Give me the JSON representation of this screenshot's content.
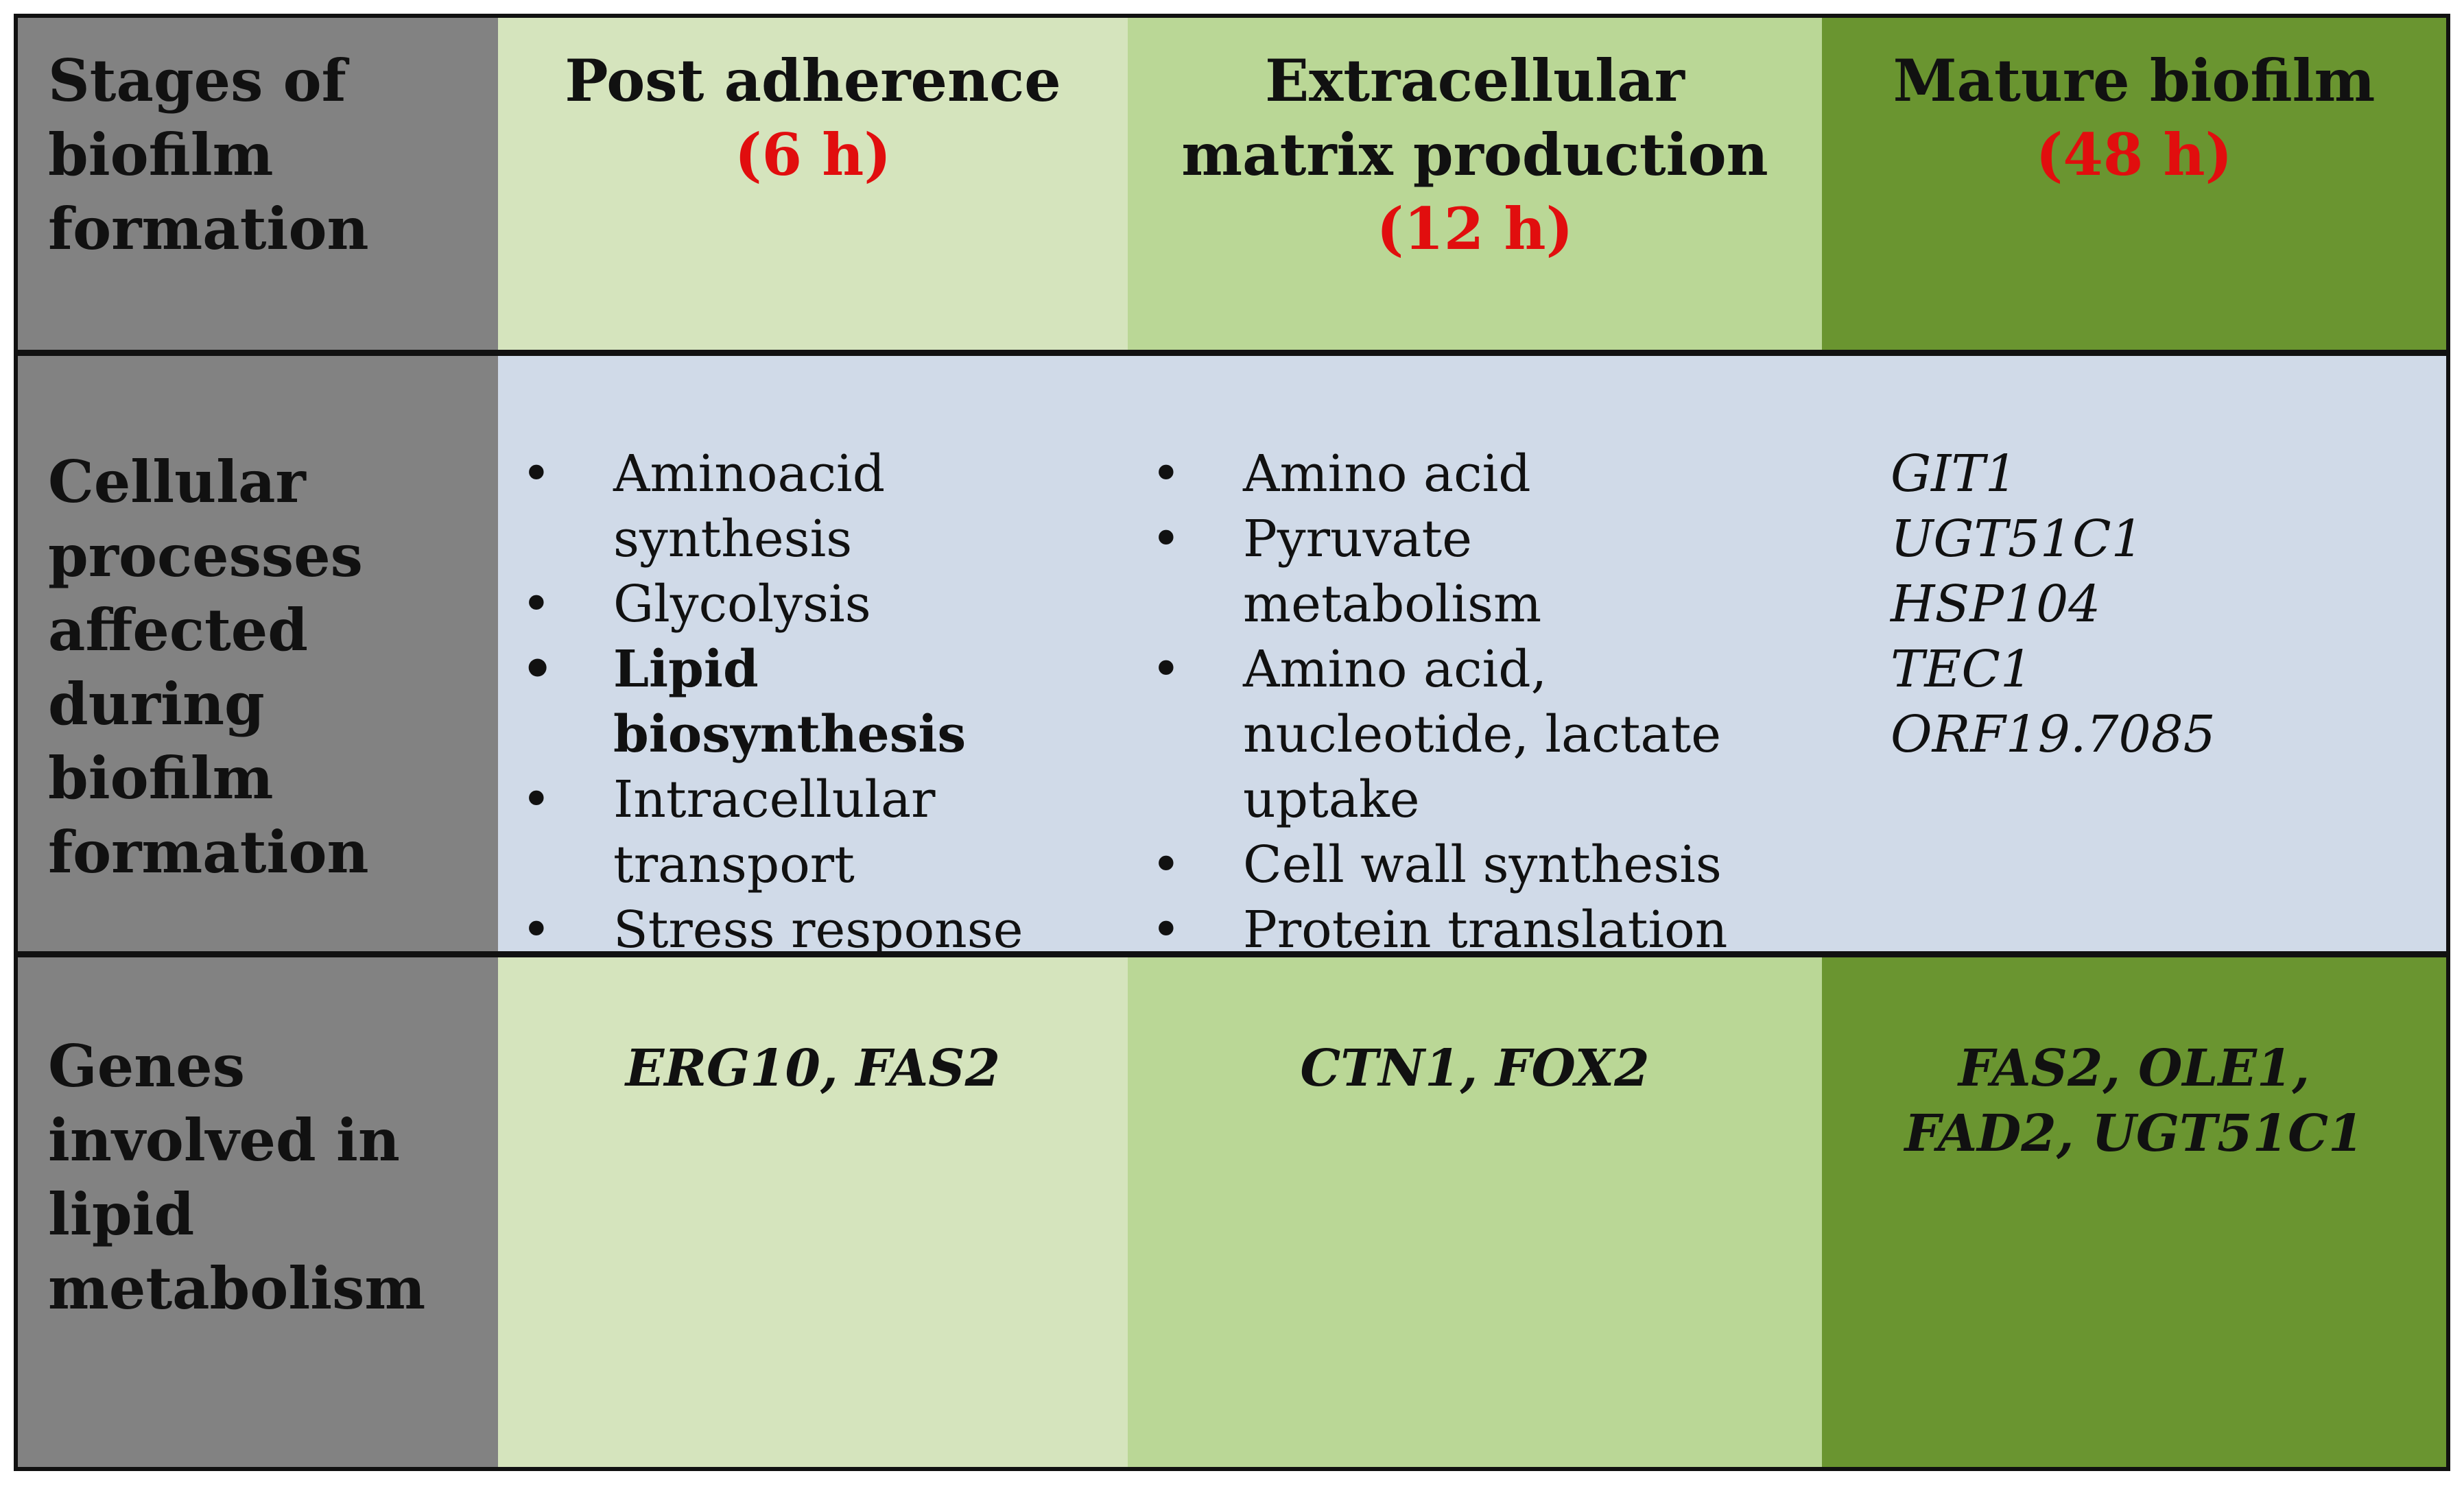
{
  "header": {
    "row_label": "Stages of biofilm formation",
    "stages": [
      {
        "name": "Post adherence",
        "time": "(6 h)"
      },
      {
        "name": "Extracellular matrix production",
        "time": "(12 h)"
      },
      {
        "name": "Mature biofilm",
        "time": "(48 h)"
      }
    ]
  },
  "processes": {
    "row_label": "Cellular processes affected during biofilm formation",
    "bullet": "•",
    "post_adherence": [
      {
        "text": "Aminoacid synthesis",
        "bold": false
      },
      {
        "text": "Glycolysis",
        "bold": false
      },
      {
        "text": "Lipid biosynthesis",
        "bold": true
      },
      {
        "text": "Intracellular transport",
        "bold": false
      },
      {
        "text": "Stress response",
        "bold": false
      }
    ],
    "ecm_production": [
      {
        "text": "Amino acid"
      },
      {
        "text": "Pyruvate metabolism"
      },
      {
        "text": "Amino acid, nucleotide, lactate uptake"
      },
      {
        "text": "Cell wall synthesis"
      },
      {
        "text": "Protein translation"
      }
    ],
    "mature_genes": [
      "GIT1",
      "UGT51C1",
      "HSP104",
      "TEC1",
      "ORF19.7085"
    ]
  },
  "lipid_genes": {
    "row_label": "Genes involved in lipid metabolism",
    "post_adherence": "ERG10, FAS2",
    "ecm_production": "CTN1, FOX2",
    "mature": "FAS2, OLE1, FAD2, UGT51C1"
  },
  "colors": {
    "row_header": "#828282",
    "post_adherence": "#d5e4bd",
    "ecm_production": "#bad796",
    "mature": "#6a9530",
    "middle_row": "#d0dae8",
    "time_text": "#e10e0e"
  }
}
